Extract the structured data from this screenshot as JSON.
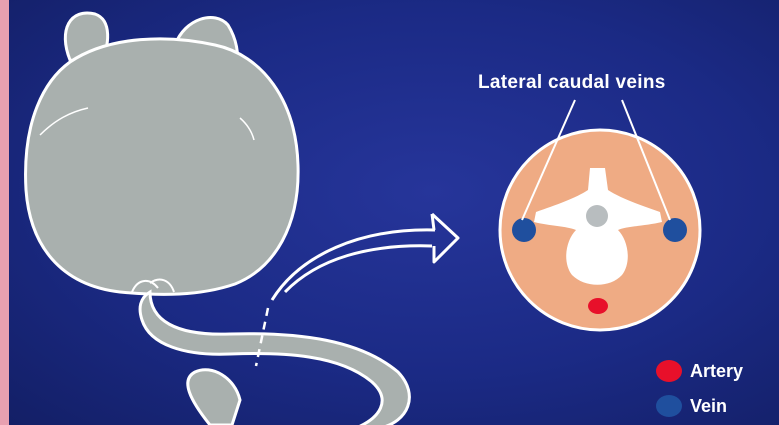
{
  "diagram": {
    "label": "Lateral caudal veins",
    "legend": [
      {
        "label": "Artery",
        "color": "#e8102a"
      },
      {
        "label": "Vein",
        "color": "#1f4f9e"
      }
    ]
  },
  "colors": {
    "background": "#1b2a85",
    "mouse_body": "#a9b0ae",
    "tail_section": "#efab84",
    "vertebra": "#ffffff",
    "artery": "#e8102a",
    "vein": "#1f4f9e"
  },
  "icons": [
    "mouse-illustration",
    "curved-arrow-icon",
    "tail-cross-section"
  ]
}
